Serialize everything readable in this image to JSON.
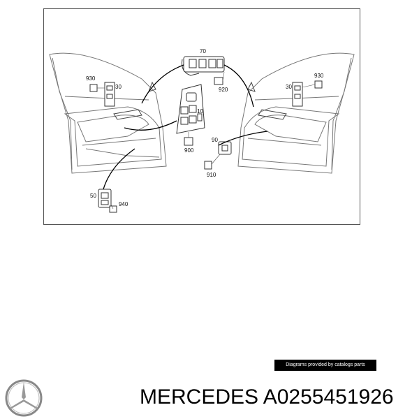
{
  "diagram": {
    "callouts": {
      "c70": "70",
      "c920": "920",
      "c930_left": "930",
      "c30_left": "30",
      "c10": "10",
      "c900": "900",
      "c930_right": "930",
      "c30_right": "30",
      "c90": "90",
      "c910": "910",
      "c50": "50",
      "c940": "940"
    }
  },
  "footer": {
    "credit": "Diagrams provided by catalogs parts",
    "brand": "MERCEDES",
    "part_number": "A0255451926",
    "logo_icon": "mercedes-star-icon"
  }
}
